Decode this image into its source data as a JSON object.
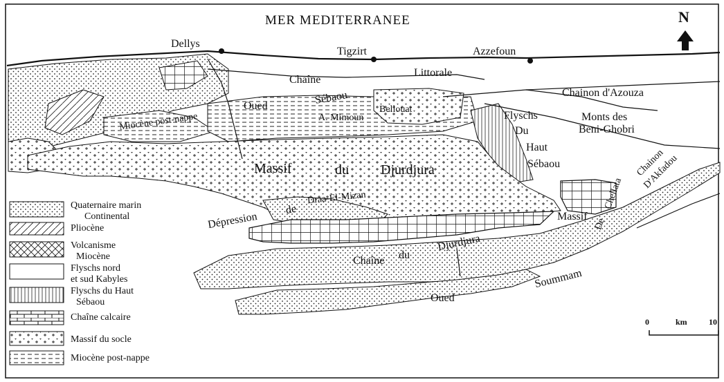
{
  "sea_label": "MER MEDITERRANEE",
  "north_label": "N",
  "towns": {
    "dellys": "Dellys",
    "tigzirt": "Tigzirt",
    "azzefoun": "Azzefoun"
  },
  "features": {
    "chaine": "Chaîne",
    "littorale": "Littorale",
    "chainon_azouza": "Chainon d'Azouza",
    "oued_top": "Oued",
    "sebaou_top": "Sébaou",
    "bellouat": "Bellouat",
    "a_mimoun": "A. Mimoun",
    "monts_des": "Monts des",
    "beni_ghobri": "Beni-Ghobri",
    "flyschs": "Flyschs",
    "du": "Du",
    "haut": "Haut",
    "sebaou_right": "Sébaou",
    "chainon_akfadou_1": "Chainon",
    "chainon_akfadou_2": "D'Akfadou",
    "chellata_1": "Chellata",
    "chellata_2": "De",
    "massif_right": "Massif",
    "miocene_post_nappe_map": "Miocène post-nappe",
    "massif_main": "Massif",
    "du_main": "du",
    "djurdjura_main": "Djurdjura",
    "depression": "Dépression",
    "de": "de",
    "draa_el_mizan": "Draa-El-Mizan",
    "chaine_bottom": "Chaîne",
    "du_bottom": "du",
    "djurdjura_bottom": "Djurdjura",
    "oued_bottom": "Oued",
    "soummam": "Soummam"
  },
  "legend": [
    {
      "pattern": "dots",
      "label_lines": [
        "Quaternaire marin",
        "Continental"
      ]
    },
    {
      "pattern": "diagonal",
      "label_lines": [
        "Pliocène"
      ]
    },
    {
      "pattern": "cross",
      "label_lines": [
        "Volcanisme",
        "Miocène"
      ]
    },
    {
      "pattern": "blank",
      "label_lines": [
        "Flyschs nord",
        "et sud Kabyles"
      ]
    },
    {
      "pattern": "vertical",
      "label_lines": [
        "Flyschs du Haut",
        "Sébaou"
      ]
    },
    {
      "pattern": "brick",
      "label_lines": [
        "Chaîne calcaire"
      ]
    },
    {
      "pattern": "plus",
      "label_lines": [
        "Massif du socle"
      ]
    },
    {
      "pattern": "dash",
      "label_lines": [
        "Miocène post-nappe"
      ]
    }
  ],
  "scale": {
    "zero": "0",
    "unit": "km",
    "max": "10"
  }
}
